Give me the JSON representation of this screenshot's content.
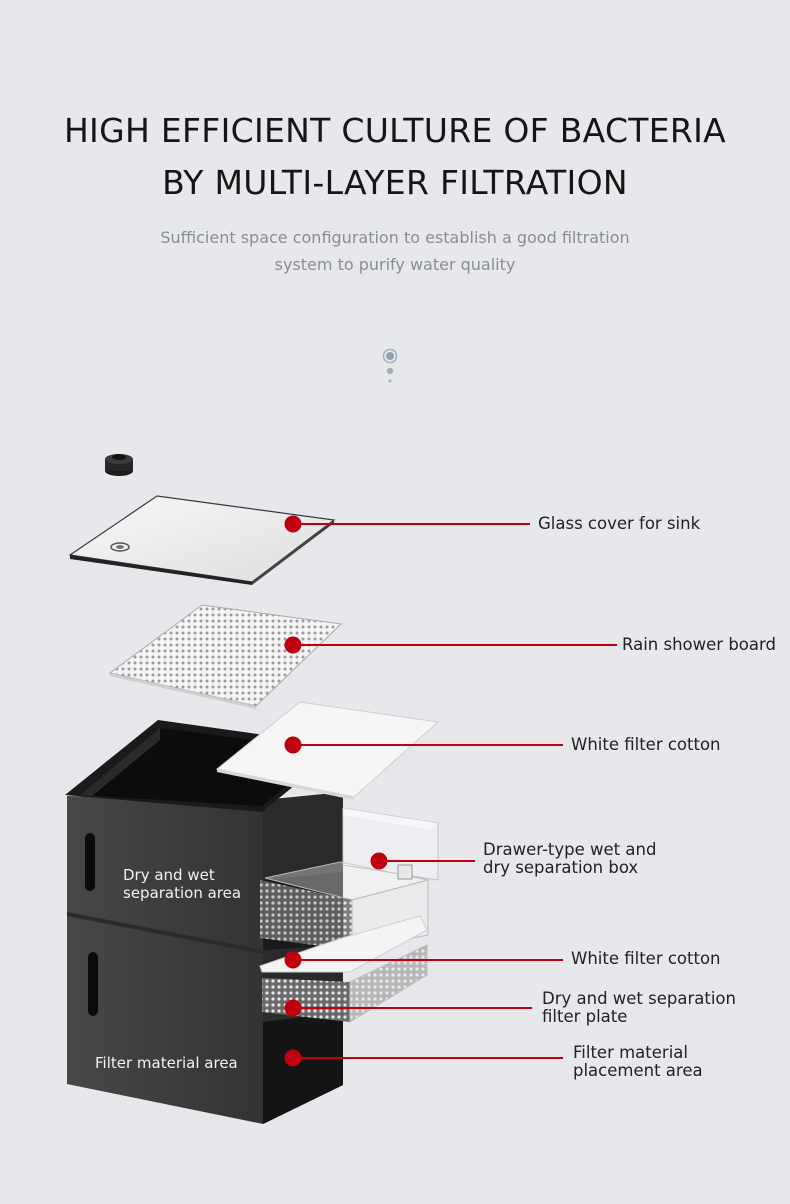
{
  "header": {
    "title_lines": [
      "HIGH EFFICIENT CULTURE OF BACTERIA",
      "BY MULTI-LAYER FILTRATION"
    ],
    "subtitle_lines": [
      "Sufficient space configuration to establish a good filtration",
      "system to purify water quality"
    ]
  },
  "callouts": [
    {
      "lines": [
        "Glass cover for sink"
      ]
    },
    {
      "lines": [
        "Rain shower board"
      ]
    },
    {
      "lines": [
        "White filter cotton"
      ]
    },
    {
      "lines": [
        "Drawer-type wet and",
        "dry separation box"
      ]
    },
    {
      "lines": [
        "White filter cotton"
      ]
    },
    {
      "lines": [
        "Dry and wet separation",
        "filter plate"
      ]
    },
    {
      "lines": [
        "Filter material",
        "placement area"
      ]
    }
  ],
  "areas": {
    "upper_lines": [
      "Dry and wet",
      "separation area"
    ],
    "lower": "Filter material area"
  },
  "colors": {
    "marker": "#c00010",
    "cabinet": "#3c3c3c",
    "background": "#e7e8ec"
  }
}
